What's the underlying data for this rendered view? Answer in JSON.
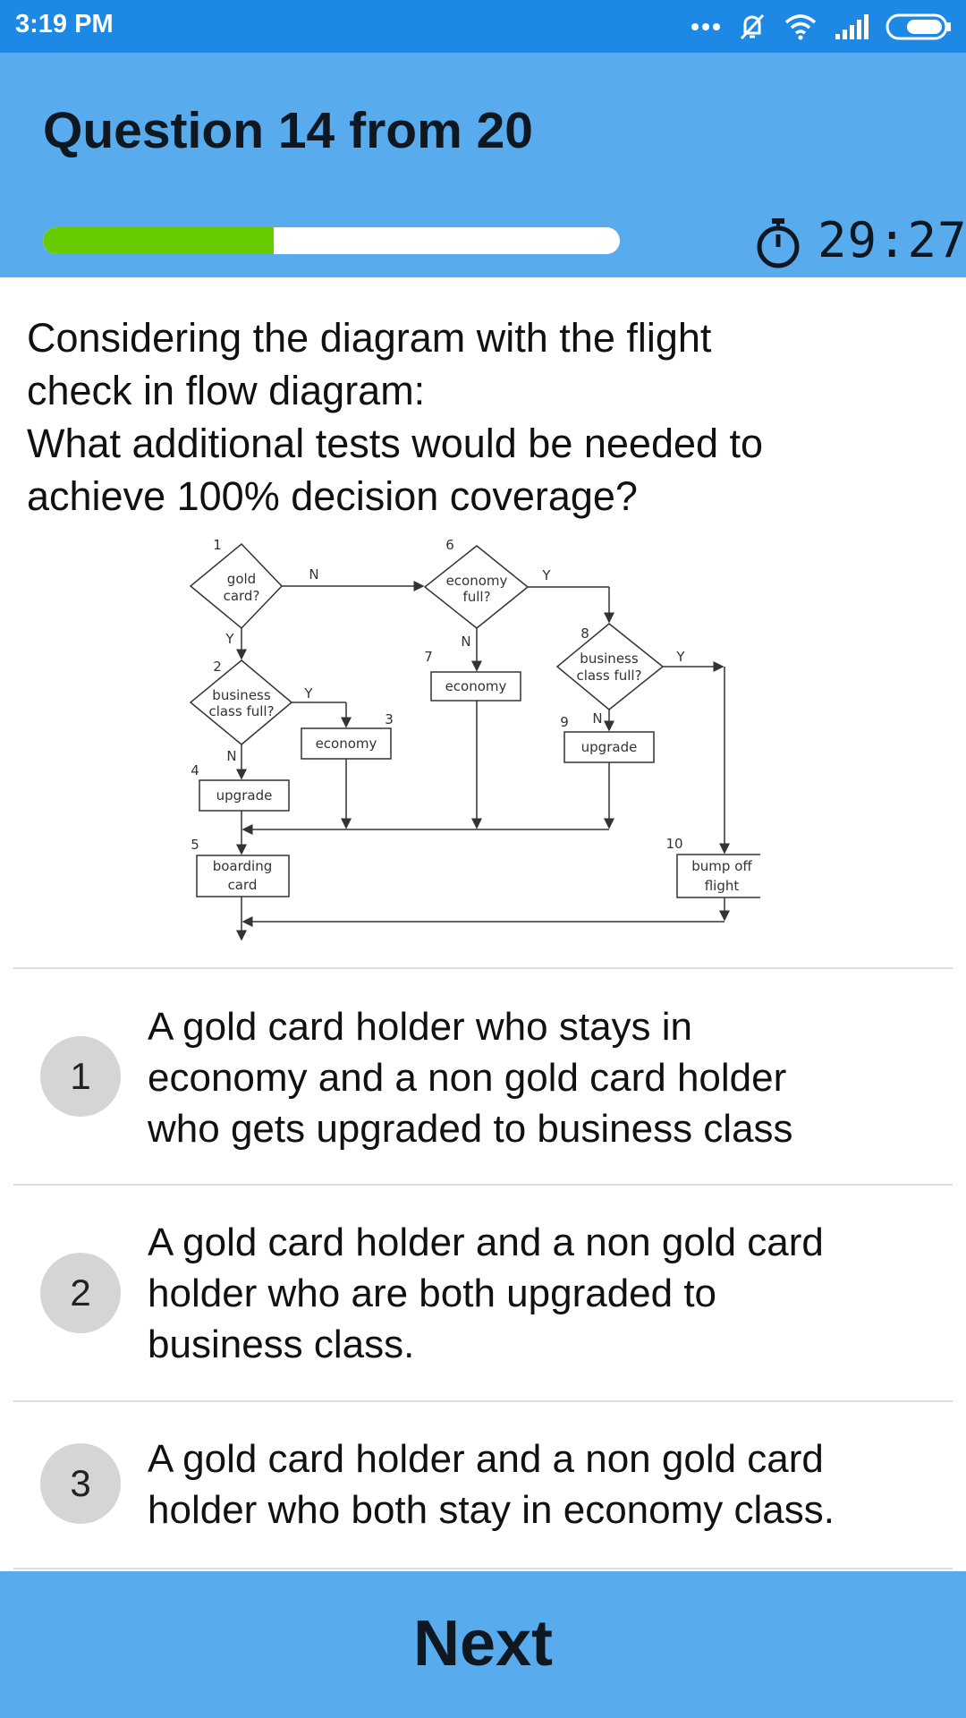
{
  "status_bar": {
    "time": "3:19 PM",
    "icons": [
      "more-dots-icon",
      "mute-icon",
      "wifi-icon",
      "signal-icon",
      "battery-icon"
    ]
  },
  "header": {
    "title": "Question 14 from 20",
    "progress_fraction": 0.4,
    "timer": "29:27",
    "colors": {
      "background": "#58abec",
      "progress": "#66cc00"
    }
  },
  "question": {
    "lines": [
      "Considering the diagram with the flight",
      "check in flow diagram:",
      "What additional tests would be needed to",
      "achieve 100% decision coverage?"
    ]
  },
  "diagram": {
    "node_numbers": [
      "1",
      "2",
      "3",
      "4",
      "5",
      "6",
      "7",
      "8",
      "9",
      "10"
    ],
    "decisions": {
      "gold_card": [
        "gold",
        "card?"
      ],
      "business_full_1": [
        "business",
        "class full?"
      ],
      "economy_full": [
        "economy",
        "full?"
      ],
      "business_full_2": [
        "business",
        "class full?"
      ]
    },
    "boxes": {
      "economy_3": "economy",
      "upgrade_4": "upgrade",
      "boarding_card": [
        "boarding",
        "card"
      ],
      "economy_7": "economy",
      "upgrade_9": "upgrade",
      "bump_off": [
        "bump off",
        "flight"
      ]
    },
    "yes": "Y",
    "no": "N"
  },
  "options": [
    {
      "number": "1",
      "lines": [
        "A gold card holder who stays in",
        "economy and a non gold card holder",
        "who gets upgraded to business class"
      ]
    },
    {
      "number": "2",
      "lines": [
        "A gold card holder and a non gold card",
        "holder who are both upgraded to",
        "business class."
      ]
    },
    {
      "number": "3",
      "lines": [
        "A gold card holder and a non gold card",
        "holder who both stay in economy class."
      ]
    }
  ],
  "next_button": {
    "label": "Next"
  }
}
